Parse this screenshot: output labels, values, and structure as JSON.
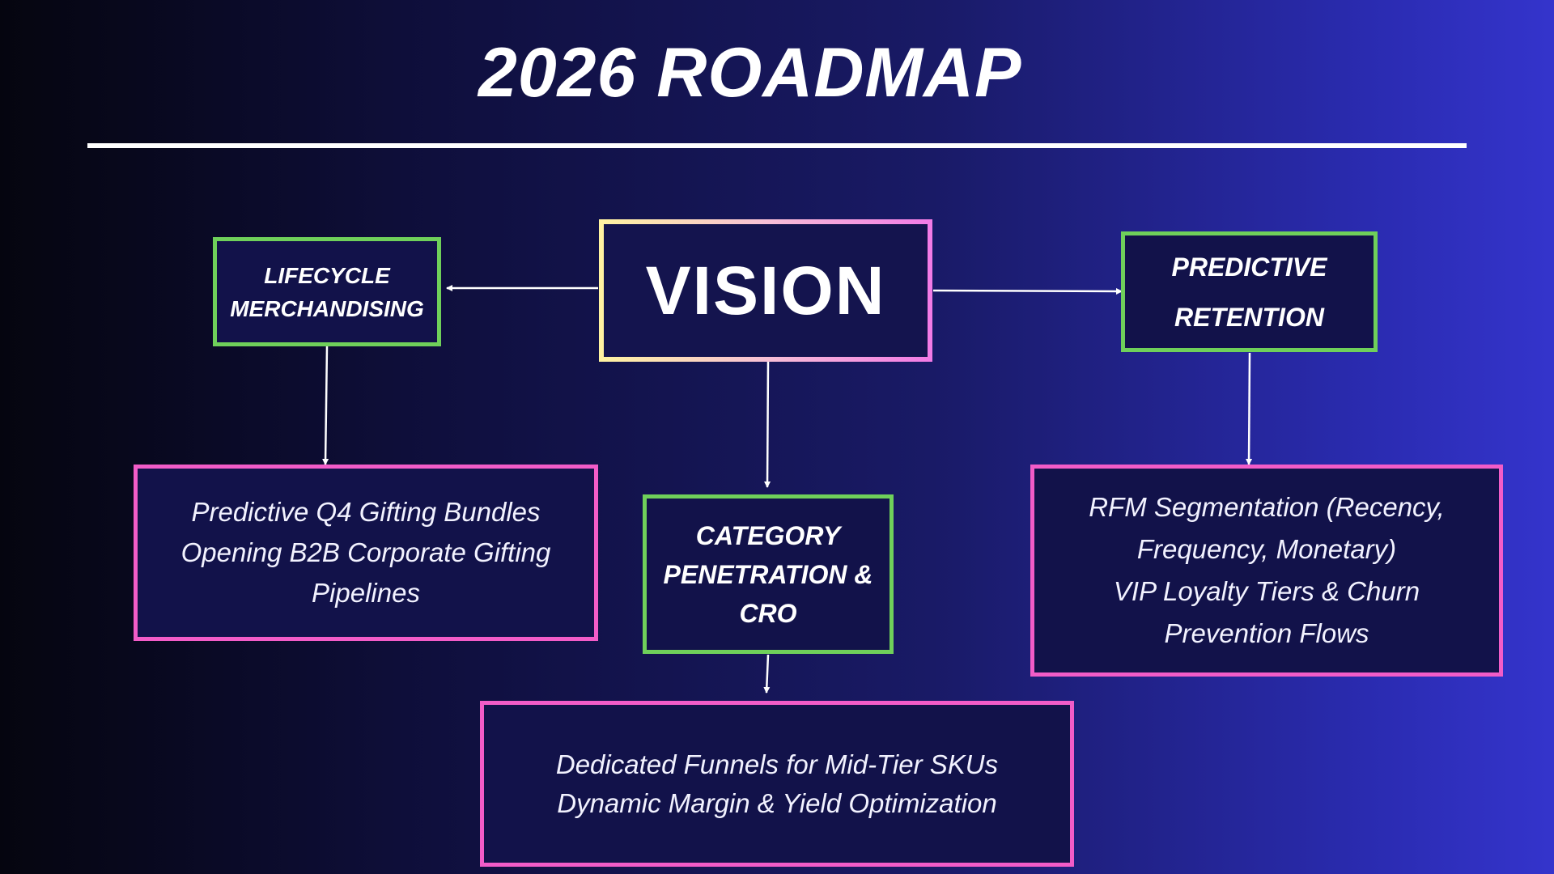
{
  "title": "2026 ROADMAP",
  "vision": {
    "label": "VISION"
  },
  "pillars": {
    "lifecycle": {
      "label": "LIFECYCLE\nMERCHANDISING"
    },
    "category": {
      "label": "CATEGORY\nPENETRATION &\nCRO"
    },
    "retention": {
      "label": "PREDICTIVE\nRETENTION"
    }
  },
  "details": {
    "lifecycle": {
      "text": "Predictive Q4 Gifting Bundles\nOpening B2B Corporate Gifting\nPipelines"
    },
    "category": {
      "text": "Dedicated Funnels for Mid-Tier SKUs\nDynamic Margin & Yield Optimization"
    },
    "retention": {
      "text": "RFM Segmentation (Recency,\nFrequency, Monetary)\nVIP Loyalty Tiers & Churn\nPrevention Flows"
    }
  },
  "colors": {
    "pillar_border": "#6fd05a",
    "detail_border": "#f25cc8",
    "vision_border_gradient": [
      "#fff3a0",
      "#f27ae6"
    ],
    "background_gradient": [
      "#05050f",
      "#3434cc"
    ]
  }
}
